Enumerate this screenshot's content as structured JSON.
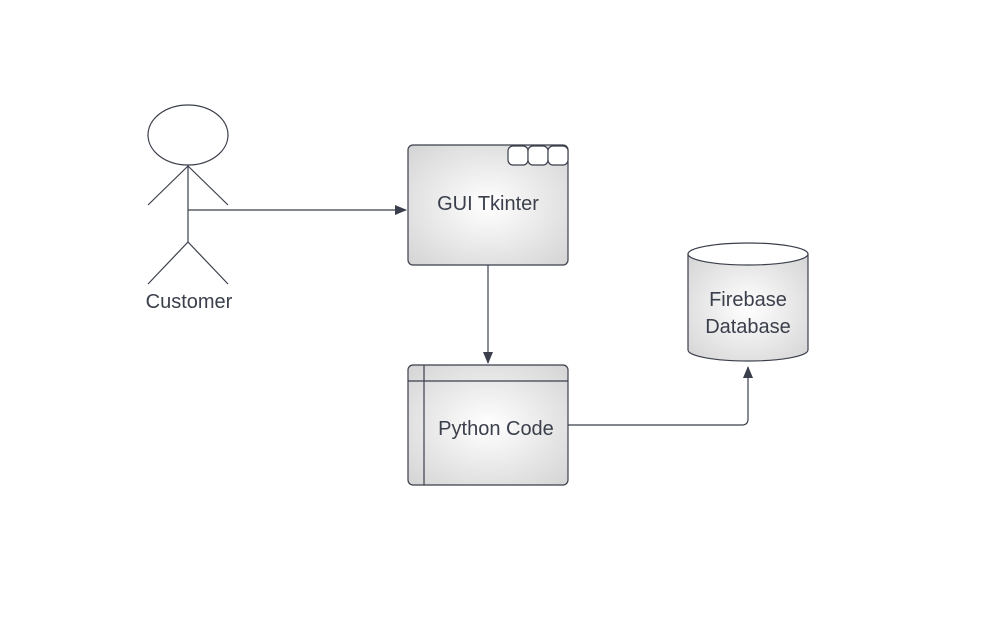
{
  "diagram": {
    "nodes": {
      "customer": {
        "label": "Customer",
        "shape": "actor"
      },
      "gui": {
        "label": "GUI Tkinter",
        "shape": "window"
      },
      "python": {
        "label": "Python Code",
        "shape": "internal-storage"
      },
      "firebase": {
        "label_lines": [
          "Firebase",
          "Database"
        ],
        "shape": "cylinder"
      }
    },
    "edges": [
      {
        "from": "customer",
        "to": "gui"
      },
      {
        "from": "gui",
        "to": "python"
      },
      {
        "from": "python",
        "to": "firebase"
      }
    ],
    "colors": {
      "stroke": "#3a3f4b",
      "fill_center": "#ffffff",
      "fill_edge": "#d6d6d6"
    }
  }
}
